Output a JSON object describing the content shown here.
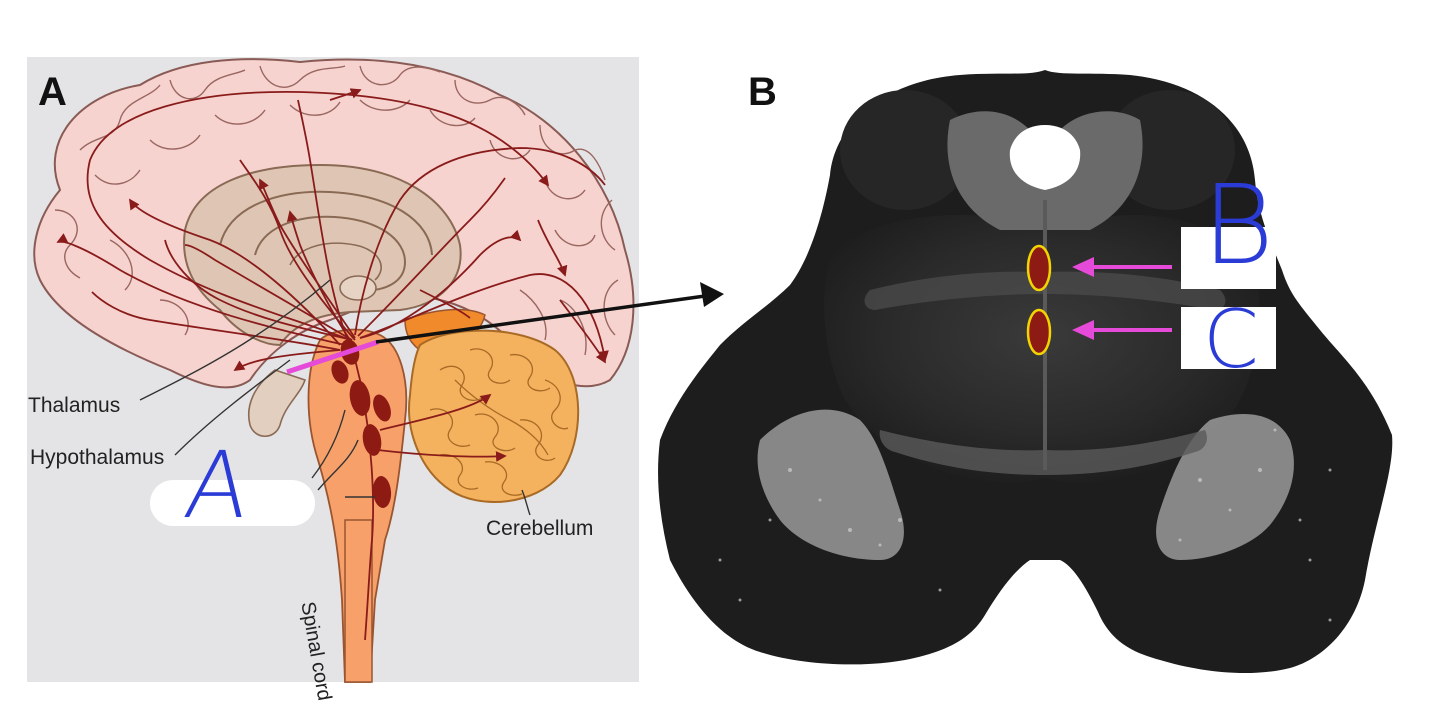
{
  "panels": {
    "a": {
      "letter": "A"
    },
    "b": {
      "letter": "B"
    }
  },
  "labels": {
    "thalamus": "Thalamus",
    "hypothalamus": "Hypothalamus",
    "cerebellum": "Cerebellum",
    "spinal_cord": "Spinal cord"
  },
  "handwritten": {
    "a": "A",
    "b": "B",
    "c": "C"
  },
  "colors": {
    "panel_a_bg": "#e4e4e6",
    "cortex": "#f6d3cf",
    "inner_brain": "#dfc6b4",
    "brainstem": "#f7a06a",
    "cerebellum": "#f4b25f",
    "tract": "#8a1b1b",
    "nuclei": "#8e1a14",
    "magenta": "#e64ad8",
    "handwriting": "#2a3bd6",
    "oval_outline": "#f2d500"
  }
}
